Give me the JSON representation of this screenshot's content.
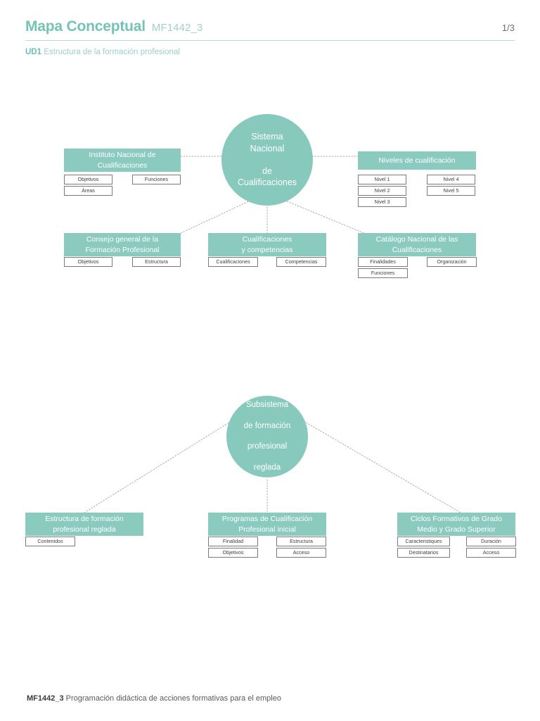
{
  "header": {
    "title": "Mapa Conceptual",
    "code": "MF1442_3",
    "page_indicator": "1/3",
    "unit_label": "UD1",
    "unit_title": "Estructura de la formación profesional"
  },
  "footer": {
    "code": "MF1442_3",
    "text": "Programación didáctica de acciones formativas para el empleo"
  },
  "colors": {
    "teal": "#87c9bd",
    "teal_header": "#8bcbbf",
    "title_teal": "#74c3b6",
    "subtitle_teal": "#9ccfc6",
    "rule": "#b5ddd5",
    "box_border": "#7a7a7a",
    "connector": "#b0a8a8"
  },
  "map1": {
    "center": {
      "line1": "Sistema Nacional",
      "line2": "de Cualificaciones"
    },
    "nodes": [
      {
        "id": "instituto",
        "title_line1": "Instituto Nacional de",
        "title_line2": "Cualificaciones",
        "items": [
          "Objetivos",
          "Funciones",
          "Áreas"
        ]
      },
      {
        "id": "niveles",
        "title_line1": "Niveles de cualificación",
        "title_line2": "",
        "items": [
          "Nivel 1",
          "Nivel 4",
          "Nivel 2",
          "Nivel 5",
          "Nivel 3"
        ]
      },
      {
        "id": "consejo",
        "title_line1": "Consejo general de la",
        "title_line2": "Formación Profesional",
        "items": [
          "Objetivos",
          "Estructura"
        ]
      },
      {
        "id": "cualificaciones",
        "title_line1": "Cualificaciones",
        "title_line2": "y competencias",
        "items": [
          "Cualificaciones",
          "Competencias"
        ]
      },
      {
        "id": "catalogo",
        "title_line1": "Catálogo Nacional de las",
        "title_line2": "Cualificaciones",
        "items": [
          "Finalidades",
          "Organización",
          "Funciones"
        ]
      }
    ]
  },
  "map2": {
    "center": {
      "line1": "Subsistema",
      "line2": "de formación",
      "line3": "profesional",
      "line4": "reglada"
    },
    "nodes": [
      {
        "id": "estructura",
        "title_line1": "Estructura de formación",
        "title_line2": "profesional reglada",
        "items": [
          "Contenidos"
        ]
      },
      {
        "id": "programas",
        "title_line1": "Programas de Cualificación",
        "title_line2": "Profesional inicial",
        "items": [
          "Finalidad",
          "Estructura",
          "Objetivos",
          "Acceso"
        ]
      },
      {
        "id": "ciclos",
        "title_line1": "Ciclos Formativos de Grado",
        "title_line2": "Medio y Grado Superior",
        "items": [
          "Caracteristiques",
          "Duración",
          "Destinatarios",
          "Acceso"
        ]
      }
    ]
  }
}
